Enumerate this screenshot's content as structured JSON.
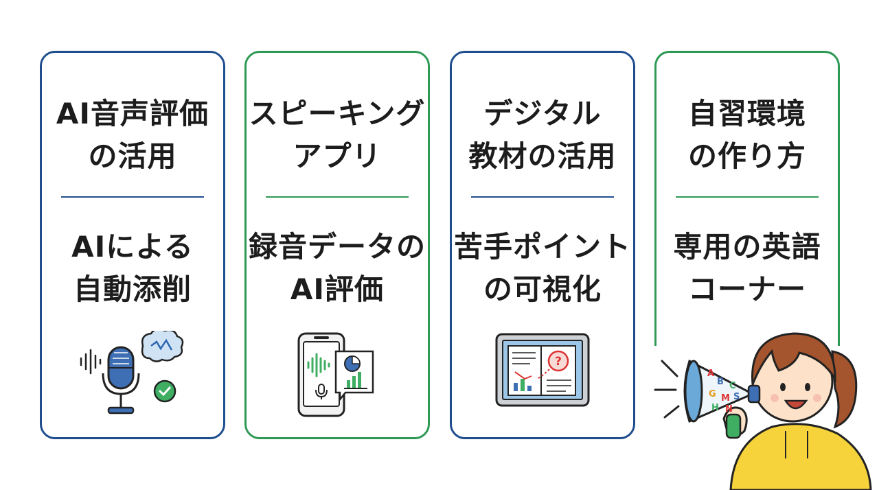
{
  "cards": [
    {
      "title_line1": "AI音声評価",
      "title_line2": "の活用",
      "sub_line1": "AIによる",
      "sub_line2": "自動添削",
      "icon": "microphone-brain-icon",
      "color": "#1f4e8f"
    },
    {
      "title_line1": "スピーキング",
      "title_line2": "アプリ",
      "sub_line1": "録音データの",
      "sub_line2": "AI評価",
      "icon": "smartphone-app-icon",
      "color": "#2f9a55"
    },
    {
      "title_line1": "デジタル",
      "title_line2": "教材の活用",
      "sub_line1": "苦手ポイント",
      "sub_line2": "の可視化",
      "icon": "tablet-textbook-icon",
      "color": "#1f4e8f"
    },
    {
      "title_line1": "自習環境",
      "title_line2": "の作り方",
      "sub_line1": "専用の英語",
      "sub_line2": "コーナー",
      "icon": "megaphone-girl-illustration",
      "color": "#2f9a55"
    }
  ],
  "colors": {
    "blue": "#1f4e8f",
    "green": "#2f9a55",
    "hair": "#a4552e",
    "hoodie": "#f6d23b"
  }
}
